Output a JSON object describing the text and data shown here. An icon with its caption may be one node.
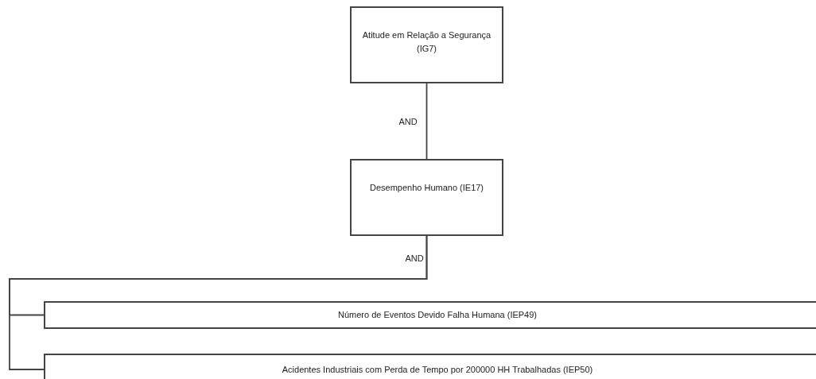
{
  "diagram": {
    "nodes": [
      {
        "text": [
          "Atitude em Relação a Segurança  (IG7)"
        ]
      },
      {
        "text": [
          "Desempenho Humano (IE17)"
        ]
      },
      {
        "text": [
          "Número de Eventos Devido Falha Humana  (IEP49)"
        ]
      },
      {
        "text": [
          "Acidentes Industriais com Perda de Tempo por 200000 HH Trabalhadas (IEP50)"
        ]
      }
    ],
    "edges": [
      {
        "from": 0,
        "to": 1,
        "arrow": "none",
        "label": "AND"
      },
      {
        "from": 1,
        "to": 2,
        "arrow": "none",
        "label": "AND"
      },
      {
        "from": 1,
        "to": 3,
        "arrow": "none"
      }
    ]
  }
}
